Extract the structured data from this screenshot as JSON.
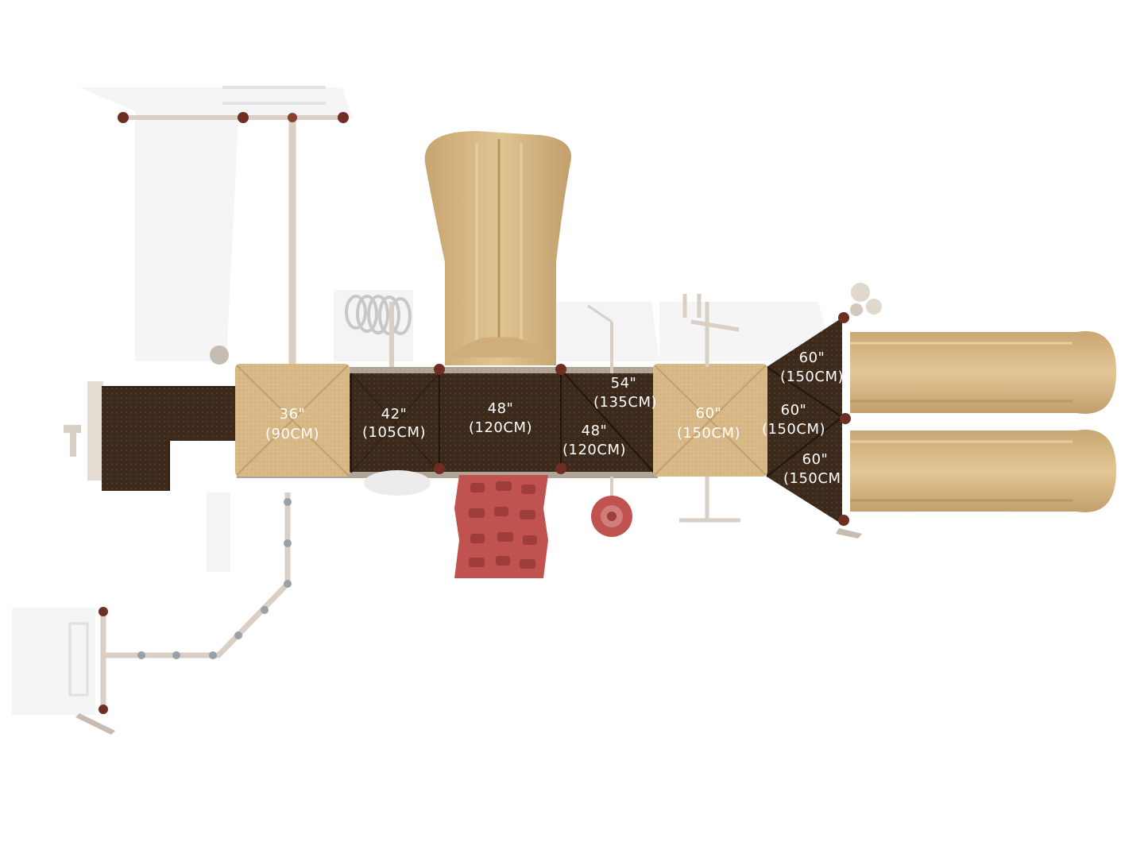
{
  "colors": {
    "background": "#ffffff",
    "deck": "#3b2a1c",
    "roof": "#d8b886",
    "slide": "#d6b683",
    "climber": "#c0524f",
    "post_frame": "#d9cfc4",
    "clamp": "#6e2e22",
    "shadow": "#e6e6e6",
    "label": "#ffffff"
  },
  "icons": [
    "steering-wheel-icon",
    "spring-rider-icon",
    "climbing-wall-icon",
    "slide-icon",
    "roof-icon",
    "tube-slide-icon"
  ],
  "decks": [
    {
      "height": "36\"",
      "metric": "(90CM)"
    },
    {
      "height": "42\"",
      "metric": "(105CM)"
    },
    {
      "height": "48\"",
      "metric": "(120CM)"
    },
    {
      "height": "54\"",
      "metric": "(135CM)"
    },
    {
      "height": "48\"",
      "metric": "(120CM)"
    },
    {
      "height": "60\"",
      "metric": "(150CM)"
    },
    {
      "height": "60\"",
      "metric": "(150CM)"
    },
    {
      "height": "60\"",
      "metric": "(150CM)"
    },
    {
      "height": "60\"",
      "metric": "(150CM)"
    }
  ]
}
